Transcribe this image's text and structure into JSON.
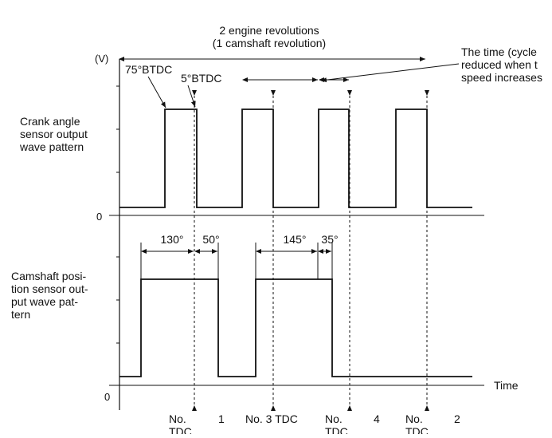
{
  "header": {
    "revolutions_line1": "2 engine revolutions",
    "revolutions_line2": "(1 camshaft revolution)"
  },
  "axis": {
    "unit_label": "(V)",
    "zero_top": "0",
    "zero_bottom": "0",
    "time_label": "Time"
  },
  "crank": {
    "label_lines": [
      "Crank angle",
      "sensor output",
      "wave pattern"
    ],
    "btdc75": "75°BTDC",
    "btdc5": "5°BTDC"
  },
  "cam": {
    "label_lines": [
      "Camshaft posi-",
      "tion sensor out-",
      "put wave pat-",
      "tern"
    ],
    "angle_a": "130°",
    "angle_b": "50°",
    "angle_c": "145°",
    "angle_d": "35°"
  },
  "note": {
    "lines": [
      "The time (cycle",
      "reduced when t",
      "speed increases"
    ]
  },
  "tdc_labels": {
    "first_no": "No.",
    "first_num": "1",
    "first_tdc": "TDC",
    "second": "No. 3 TDC",
    "third_no": "No.",
    "third_num": "4",
    "third_tdc": "TDC",
    "fourth_no": "No.",
    "fourth_num": "2",
    "fourth_tdc": "TDC"
  }
}
